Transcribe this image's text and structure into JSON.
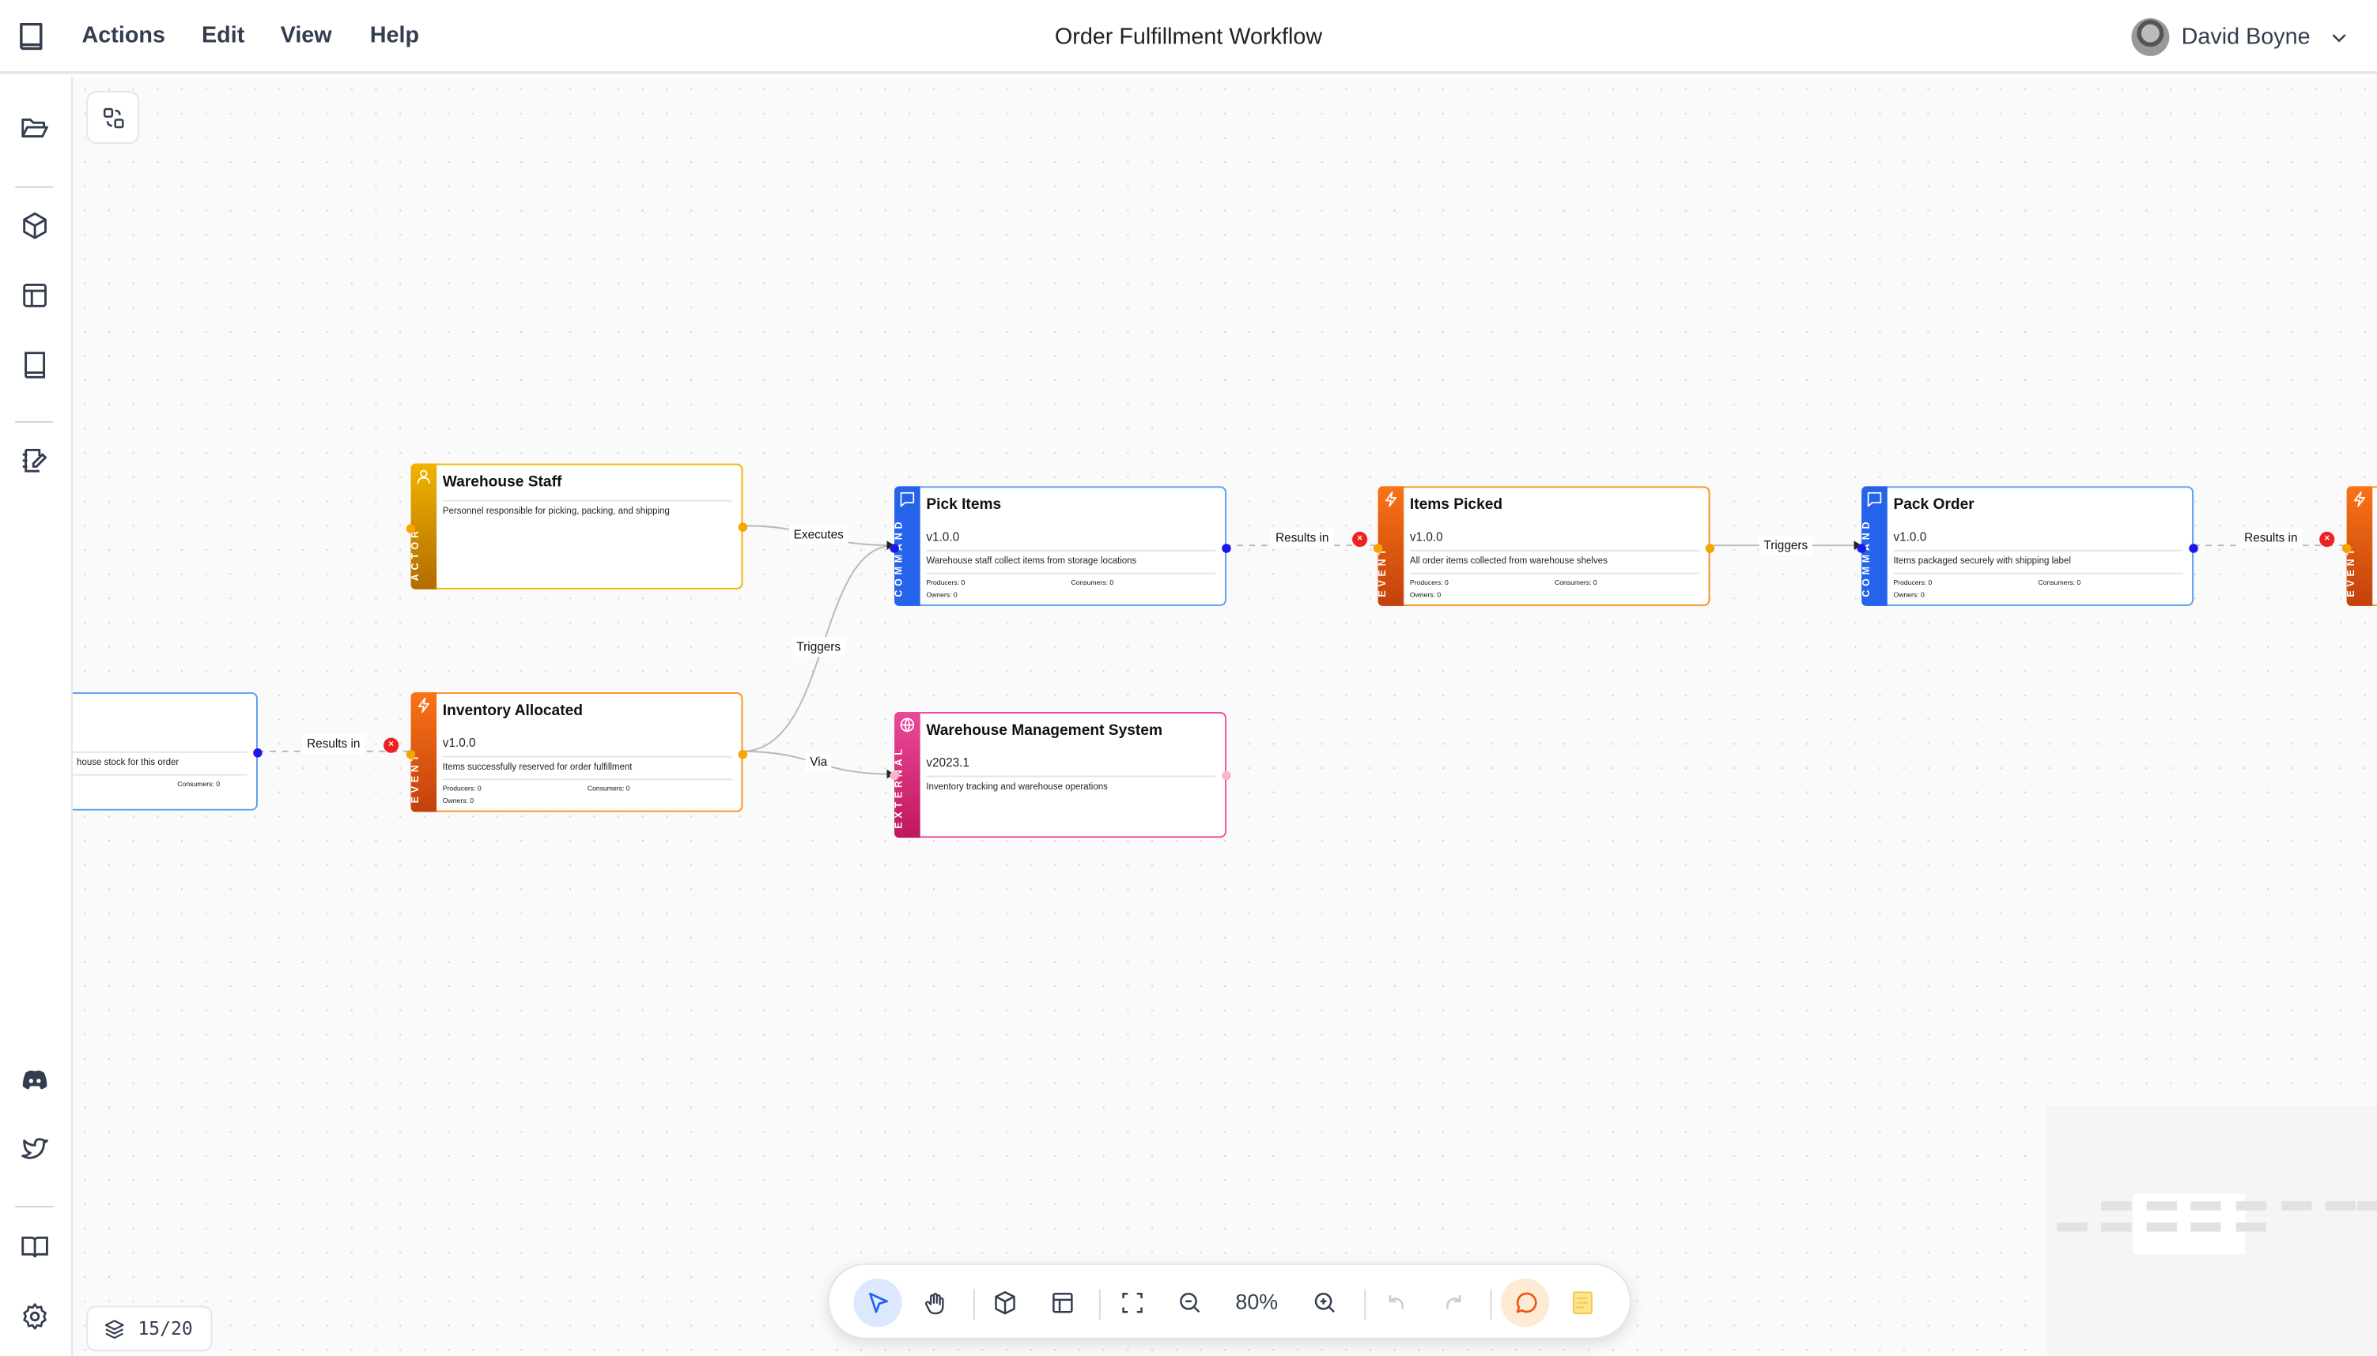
{
  "header": {
    "menu": [
      "Actions",
      "Edit",
      "View",
      "Help"
    ],
    "title": "Order Fulfillment Workflow",
    "user": "David Boyne"
  },
  "sidebar": {
    "top_icons": [
      "folder-open-icon",
      "package-icon",
      "layout-icon",
      "book-icon",
      "edit-note-icon"
    ],
    "bottom_icons": [
      "discord-icon",
      "twitter-icon",
      "book-open-icon",
      "settings-icon"
    ]
  },
  "colors": {
    "actor": "#f0b400",
    "command": "#2563eb",
    "event": "#f97316",
    "external": "#e8338a",
    "edge": "#b8b8b8",
    "error": "#ee2222"
  },
  "nodes": {
    "partial_left": {
      "title": "ory",
      "description": "house stock for this order",
      "consumers": "Consumers: 0"
    },
    "warehouse_staff": {
      "type": "ACTOR",
      "title": "Warehouse Staff",
      "description": "Personnel responsible for picking, packing, and shipping"
    },
    "pick_items": {
      "type": "COMMAND",
      "title": "Pick Items",
      "version": "v1.0.0",
      "description": "Warehouse staff collect items from storage locations",
      "producers": "Producers: 0",
      "consumers": "Consumers: 0",
      "owners": "Owners: 0"
    },
    "items_picked": {
      "type": "EVENT",
      "title": "Items Picked",
      "version": "v1.0.0",
      "description": "All order items collected from warehouse shelves",
      "producers": "Producers: 0",
      "consumers": "Consumers: 0",
      "owners": "Owners: 0"
    },
    "pack_order": {
      "type": "COMMAND",
      "title": "Pack Order",
      "version": "v1.0.0",
      "description": "Items packaged securely with shipping label",
      "producers": "Producers: 0",
      "consumers": "Consumers: 0",
      "owners": "Owners: 0"
    },
    "partial_right": {
      "type": "EVENT"
    },
    "inventory_allocated": {
      "type": "EVENT",
      "title": "Inventory Allocated",
      "version": "v1.0.0",
      "description": "Items successfully reserved for order fulfillment",
      "producers": "Producers: 0",
      "consumers": "Consumers: 0",
      "owners": "Owners: 0"
    },
    "wms": {
      "type": "EXTERNAL",
      "title": "Warehouse Management System",
      "version": "v2023.1",
      "description": "Inventory tracking and warehouse operations"
    }
  },
  "edges": {
    "executes": "Executes",
    "triggers1": "Triggers",
    "via": "Via",
    "results1": "Results in",
    "results2": "Results in",
    "triggers2": "Triggers",
    "results3": "Results in",
    "error_mark": "×"
  },
  "toolbar": {
    "zoom": "80%",
    "tools": [
      "select-icon",
      "hand-icon",
      "package-icon",
      "layout-icon",
      "fullscreen-icon",
      "zoom-out-icon",
      "zoom-in-icon",
      "undo-icon",
      "redo-icon",
      "comment-icon",
      "sticky-note-icon"
    ],
    "active": "select"
  },
  "layers": {
    "count": "15/20"
  }
}
